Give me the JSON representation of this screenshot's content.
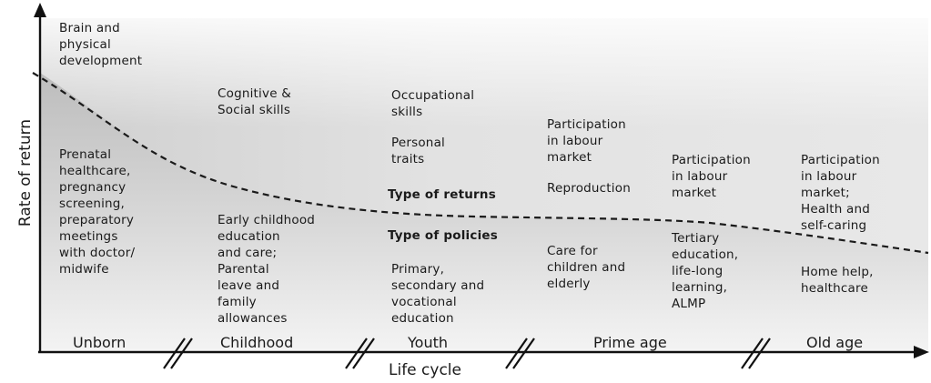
{
  "axes": {
    "y_label": "Rate of return",
    "x_label": "Life cycle"
  },
  "stages": [
    "Unborn",
    "Childhood",
    "Youth",
    "Prime age",
    "Old age"
  ],
  "returns": {
    "unborn": "Brain and\nphysical\ndevelopment",
    "childhood": "Cognitive &\nSocial skills",
    "youth_1": "Occupational\nskills",
    "youth_2": "Personal\ntraits",
    "prime_1": "Participation\nin labour\nmarket",
    "prime_2": "Reproduction",
    "late_prime": "Participation\nin labour\nmarket",
    "old_age": "Participation\nin labour\nmarket;\nHealth and\nself-caring"
  },
  "row_labels": {
    "returns": "Type of returns",
    "policies": "Type of policies"
  },
  "policies": {
    "unborn": "Prenatal\nhealthcare,\npregnancy\nscreening,\npreparatory\nmeetings\nwith doctor/\nmidwife",
    "childhood": "Early childhood\neducation\nand care;\nParental\nleave and\nfamily\nallowances",
    "youth": "Primary,\nsecondary and\nvocational\neducation",
    "prime": "Care for\nchildren and\nelderly",
    "late_prime": "Tertiary\neducation,\nlife-long\nlearning,\nALMP",
    "old_age": "Home help,\nhealthcare"
  }
}
